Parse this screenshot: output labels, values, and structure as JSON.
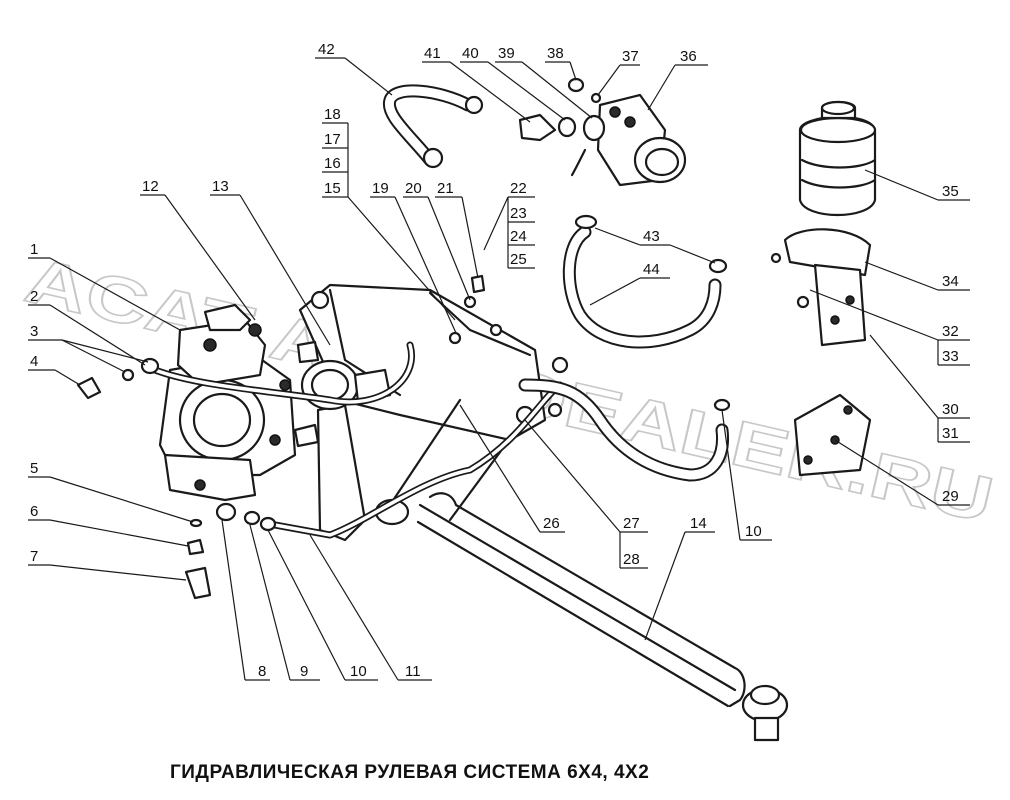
{
  "title": "ГИДРАВЛИЧЕСКАЯ РУЛЕВАЯ СИСТЕМА 6X4, 4X2",
  "watermark": "ACAT AUTODEALER.RU",
  "callouts": [
    "1",
    "2",
    "3",
    "4",
    "5",
    "6",
    "7",
    "8",
    "9",
    "10",
    "11",
    "12",
    "13",
    "14",
    "15",
    "16",
    "17",
    "18",
    "19",
    "20",
    "21",
    "22",
    "23",
    "24",
    "25",
    "26",
    "27",
    "28",
    "29",
    "30",
    "31",
    "32",
    "33",
    "34",
    "35",
    "36",
    "37",
    "38",
    "39",
    "40",
    "41",
    "42",
    "43",
    "44",
    "10"
  ]
}
